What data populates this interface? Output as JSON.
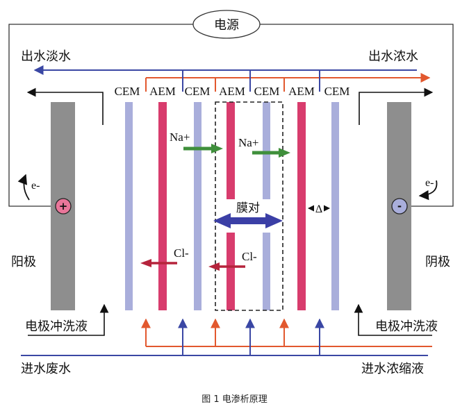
{
  "power_source": "电源",
  "outlets": {
    "left": "出水淡水",
    "right": "出水浓水"
  },
  "membranes": [
    "CEM",
    "AEM",
    "CEM",
    "AEM",
    "CEM",
    "AEM",
    "CEM"
  ],
  "electrodes": {
    "anode": {
      "label": "阳极",
      "sign": "+",
      "electron": "e-"
    },
    "cathode": {
      "label": "阴极",
      "sign": "-",
      "electron": "e-"
    }
  },
  "ions": {
    "cation": "Na+",
    "anion": "Cl-"
  },
  "membrane_pair": "膜对",
  "spacing_symbol": "Δ",
  "rinse": {
    "left": "电极冲洗液",
    "right": "电极冲洗液"
  },
  "inlets": {
    "left": "进水废水",
    "right": "进水浓缩液"
  },
  "caption": "图 1 电渗析原理",
  "colors": {
    "cem": "#a9aedb",
    "aem": "#d83c6d",
    "electrode": "#8e8e8e",
    "dilute_line": "#3a47a4",
    "concentrate_line": "#e2582e",
    "cation_arrow": "#3f8f3b",
    "anion_arrow": "#b5243c",
    "pair_arrow": "#3b3fa6"
  }
}
